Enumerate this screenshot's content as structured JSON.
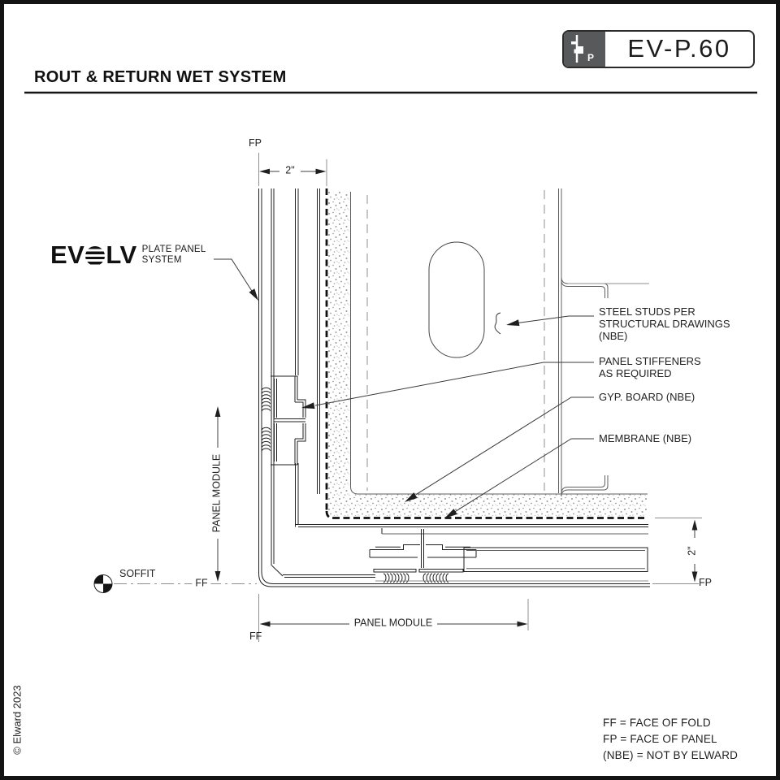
{
  "header": {
    "title": "ROUT & RETURN WET SYSTEM",
    "sheet_code": "EV-P.60",
    "icon_letter": "P"
  },
  "logo": {
    "brand_ev": "EV",
    "brand_lv": "LV",
    "tagline_line1": "PLATE PANEL",
    "tagline_line2": "SYSTEM"
  },
  "copyright": "© Elward 2023",
  "annotations": {
    "steel_studs": "STEEL STUDS PER\nSTRUCTURAL DRAWINGS\n(NBE)",
    "panel_stiffeners": "PANEL STIFFENERS\nAS REQUIRED",
    "gyp_board": "GYP. BOARD (NBE)",
    "membrane": "MEMBRANE (NBE)"
  },
  "dimensions": {
    "top_width": "2\"",
    "right_depth": "2\"",
    "panel_module_vertical": "PANEL MODULE",
    "panel_module_horizontal": "PANEL MODULE"
  },
  "labels": {
    "fp_top": "FP",
    "fp_right": "FP",
    "ff_centerline": "FF",
    "ff_bottom": "FF",
    "soffit": "SOFFIT"
  },
  "legend": {
    "lines": [
      "FF = FACE OF FOLD",
      "FP = FACE OF PANEL",
      "(NBE) = NOT BY ELWARD"
    ]
  },
  "colors": {
    "ink": "#1f1f1f",
    "soft": "#5f5f5f",
    "gray": "#8f8f8f",
    "stipple": "#969696",
    "icon_bg": "#58595b"
  }
}
